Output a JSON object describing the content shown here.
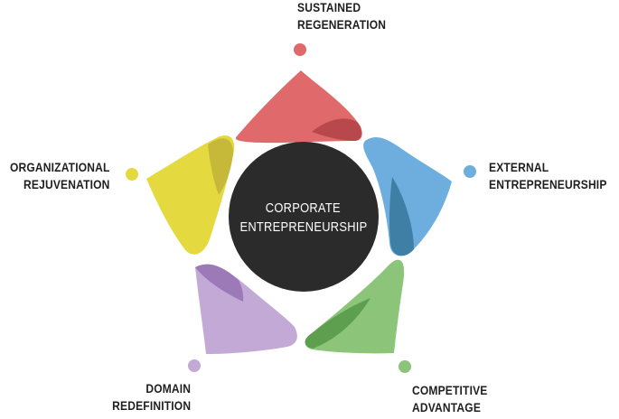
{
  "center": {
    "line1": "CORPORATE",
    "line2": "ENTREPRENEURSHIP"
  },
  "segments": [
    {
      "line1": "SUSTAINED",
      "line2": "REGENERATION",
      "color": "#e06a6b",
      "shade": "#b8484b"
    },
    {
      "line1": "EXTERNAL",
      "line2": "ENTREPRENEURSHIP",
      "color": "#6eaede",
      "shade": "#3f7fa6"
    },
    {
      "line1": "COMPETITIVE",
      "line2": "ADVANTAGE",
      "color": "#8cc57a",
      "shade": "#5e9f4f"
    },
    {
      "line1": "DOMAIN",
      "line2": "REDEFINITION",
      "color": "#c3a9d5",
      "shade": "#9c7ab8"
    },
    {
      "line1": "ORGANIZATIONAL",
      "line2": "REJUVENATION",
      "color": "#e5d940",
      "shade": "#c6b93a"
    }
  ],
  "center_color": "#2b2b2b"
}
